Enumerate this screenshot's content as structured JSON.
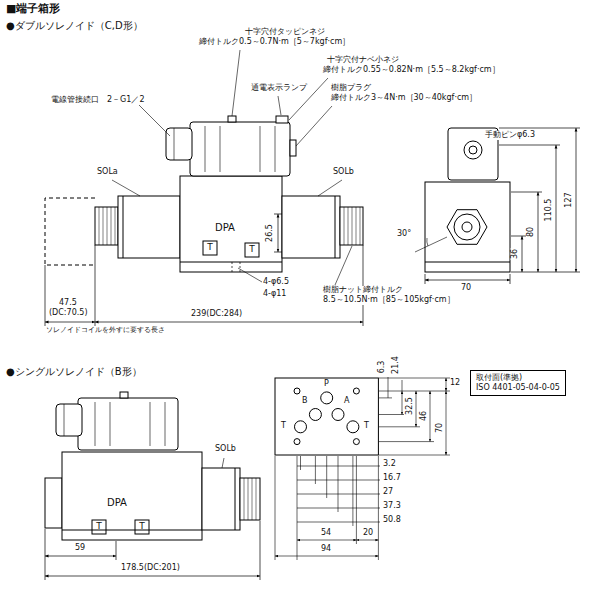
{
  "diagram": {
    "title": "■端子箱形",
    "nodes": [
      {
        "text": [
          "取付面(準拠)",
          "ISO 4401-05-04-0-05"
        ]
      }
    ],
    "labels": [
      "●ダブルソレノイド（C,D形）",
      "十字穴付タッピンネジ",
      "締付トルク0.5～0.7N·m［5～7kgf·cm］",
      "十字穴付ナベ小ネジ",
      "締付トルク0.55～0.82N·m［5.5～8.2kgf·cm］",
      "通電表示ランプ",
      "樹脂プラグ",
      "締付トルク3～4N·m［30～40kgf·cm］",
      "電線管接続口　2－G1／2",
      "手動ピンφ6.3",
      "SOLa",
      "SOLb",
      "DPA",
      "T",
      "T",
      "26.5",
      "4-φ6.5",
      "4-φ11",
      "樹脂ナット締付トルク",
      "8.5～10.5N·m［85～105kgf·cm］",
      "47.5",
      "(DC:70.5)",
      "239(DC:284)",
      "ソレノイドコイルを外すに要する長さ",
      "70",
      "36",
      "80",
      "110.5",
      "127",
      "30°",
      "●シングルソレノイド（B形）",
      "SOLb",
      "DPA",
      "T",
      "T",
      "59",
      "178.5(DC:201)",
      "P",
      "B",
      "A",
      "T",
      "T",
      "6.3",
      "21.4",
      "32.5",
      "46",
      "70",
      "12",
      "3.2",
      "16.7",
      "27",
      "37.3",
      "50.8",
      "54",
      "20",
      "94"
    ]
  }
}
